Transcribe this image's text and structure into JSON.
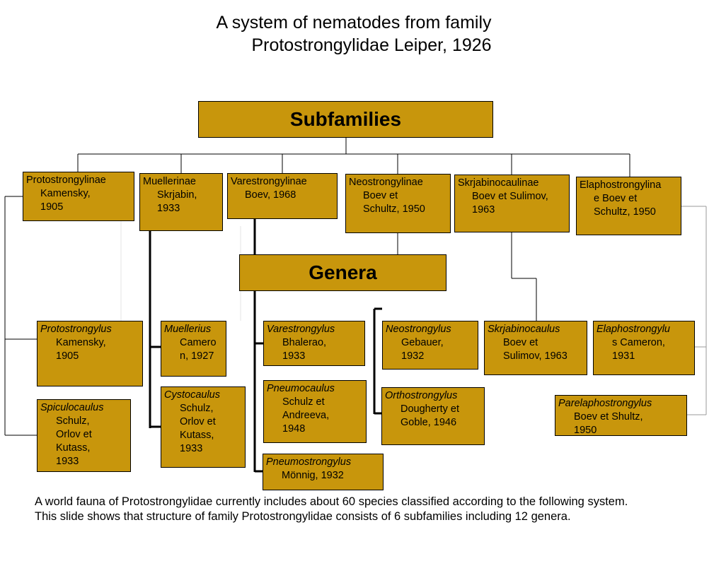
{
  "title": {
    "line1": "A system of nematodes from family",
    "line2": "Protostrongylidae Leiper, 1926"
  },
  "headers": {
    "subfamilies": "Subfamilies",
    "genera": "Genera"
  },
  "subfamilies": [
    {
      "name": "Protostrongylinae",
      "author": "Kamensky,",
      "year": "1905"
    },
    {
      "name": "Muellerinae",
      "author": "Skrjabin,",
      "year": "1933"
    },
    {
      "name": "Varestrongylinae",
      "author": "Boev, 1968",
      "year": ""
    },
    {
      "name": "Neostrongylinae",
      "author": "Boev et",
      "year": "Schultz, 1950"
    },
    {
      "name": "Skrjabinocaulinae",
      "author": "Boev et Sulimov,",
      "year": "1963"
    },
    {
      "name": "Elaphostrongylina",
      "author": "e Boev et",
      "year": "Schultz, 1950"
    }
  ],
  "genera": [
    {
      "name": "Protostrongylus",
      "lines": [
        "Kamensky,",
        "1905"
      ]
    },
    {
      "name": "Spiculocaulus",
      "lines": [
        "Schulz,",
        "Orlov et",
        "Kutass,",
        "1933"
      ]
    },
    {
      "name": "Muellerius",
      "lines": [
        "Camero",
        "n, 1927"
      ]
    },
    {
      "name": "Cystocaulus",
      "lines": [
        "Schulz,",
        "Orlov et",
        "Kutass,",
        "1933"
      ]
    },
    {
      "name": "Varestrongylus",
      "lines": [
        "Bhalerao,",
        "1933"
      ]
    },
    {
      "name": "Pneumocaulus",
      "lines": [
        "Schulz et",
        "Andreeva,",
        "1948"
      ]
    },
    {
      "name": "Pneumostrongylus",
      "lines": [
        "Mönnig, 1932"
      ]
    },
    {
      "name": "Neostrongylus",
      "lines": [
        "Gebauer,",
        "1932"
      ]
    },
    {
      "name": "Orthostrongylus",
      "lines": [
        "Dougherty et",
        "Goble, 1946"
      ]
    },
    {
      "name": "Skrjabinocaulus",
      "lines": [
        "Boev et",
        "Sulimov, 1963"
      ]
    },
    {
      "name": "Elaphostrongylu",
      "lines": [
        "s Cameron,",
        "1931"
      ]
    },
    {
      "name": "Parelaphostrongylus",
      "lines": [
        "Boev et Shultz,",
        "1950"
      ]
    }
  ],
  "footer": {
    "line1": "A world fauna of Protostrongylidae currently includes about 60 species classified according to the following system.",
    "line2": "This slide shows that structure of family Protostrongylidae consists of 6 subfamilies including 12 genera."
  },
  "colors": {
    "box_fill": "#c8960c",
    "line": "#000000",
    "line_grey": "#9a9a9a"
  }
}
